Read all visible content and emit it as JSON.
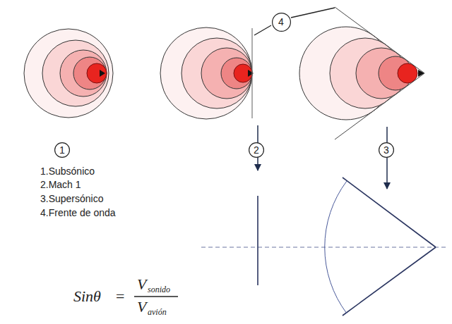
{
  "diagram": {
    "nodes": [
      {
        "text": [
          "1"
        ]
      },
      {
        "text": [
          "2"
        ]
      },
      {
        "text": [
          "3"
        ]
      },
      {
        "text": [
          "4"
        ]
      }
    ],
    "labels": [
      "1.Subsónico",
      "2.Mach 1",
      "3.Supersónico",
      "4.Frente de onda",
      "Sinθ",
      "=",
      "V",
      "sonido",
      "V",
      "avión"
    ]
  }
}
